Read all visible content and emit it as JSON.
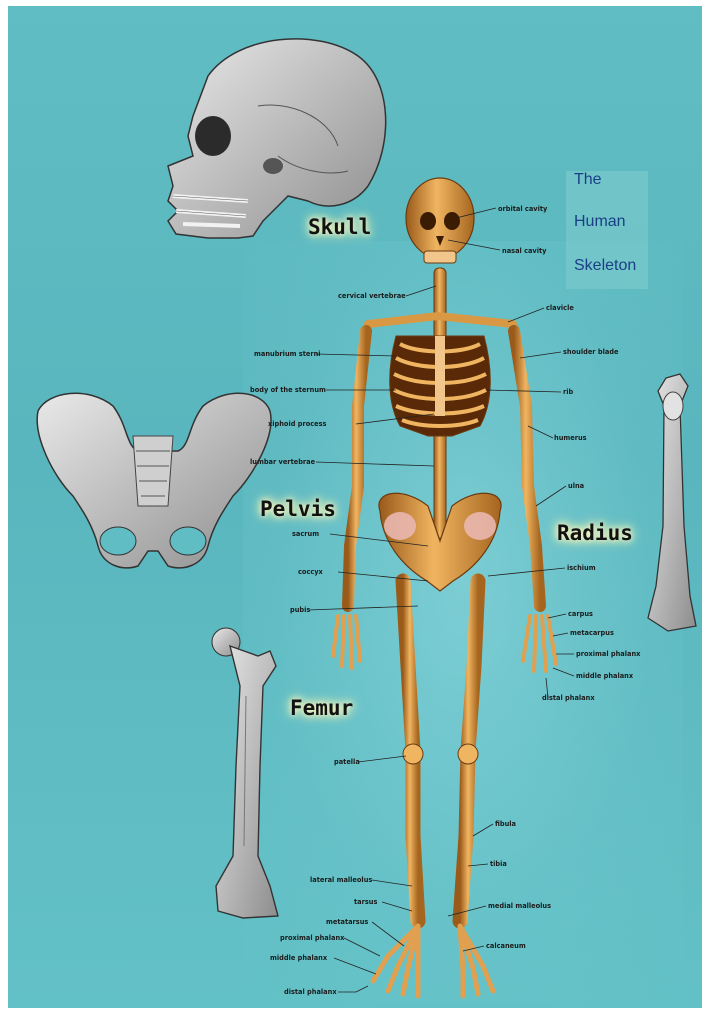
{
  "title": [
    "The",
    "Human",
    "Skeleton"
  ],
  "headings": {
    "skull": "Skull",
    "pelvis": "Pelvis",
    "radius": "Radius",
    "femur": "Femur"
  },
  "labels": {
    "orbital_cavity": "orbital cavity",
    "nasal_cavity": "nasal cavity",
    "cervical_vertebrae": "cervical vertebrae",
    "clavicle": "clavicle",
    "manubrium_sterni": "manubrium sterni",
    "shoulder_blade": "shoulder blade",
    "body_of_sternum": "body of the sternum",
    "rib": "rib",
    "xiphoid_process": "xiphoid process",
    "humerus": "humerus",
    "lumbar_vertebrae": "lumbar vertebrae",
    "ulna": "ulna",
    "sacrum": "sacrum",
    "coccyx": "coccyx",
    "ischium": "ischium",
    "pubis": "pubis",
    "carpus": "carpus",
    "metacarpus": "metacarpus",
    "proximal_phalanx_hand": "proximal phalanx",
    "middle_phalanx_hand": "middle phalanx",
    "distal_phalanx_hand": "distal phalanx",
    "patella": "patella",
    "fibula": "fibula",
    "tibia": "tibia",
    "lateral_malleolus": "lateral malleolus",
    "tarsus": "tarsus",
    "medial_malleolus": "medial malleolus",
    "metatarsus": "metatarsus",
    "proximal_phalanx_foot": "proximal phalanx",
    "calcaneum": "calcaneum",
    "middle_phalanx_foot": "middle phalanx",
    "distal_phalanx_foot": "distal phalanx"
  }
}
